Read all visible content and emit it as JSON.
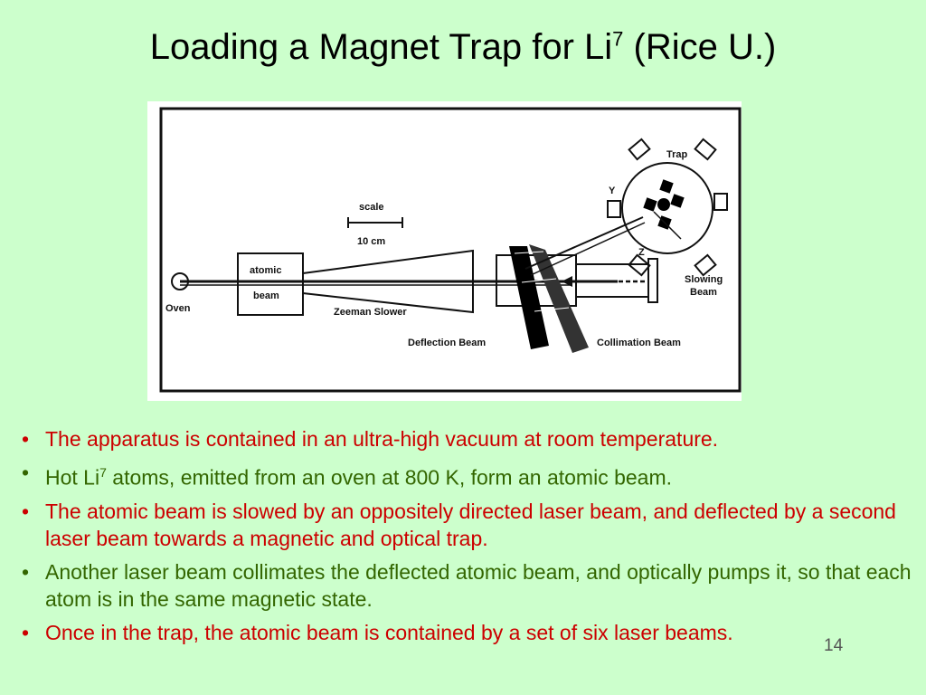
{
  "title": {
    "text": "Loading a Magnet Trap for Li",
    "superscript": "7",
    "suffix": " (Rice U.)"
  },
  "figure": {
    "labels": {
      "oven": "Oven",
      "atomic_line1": "atomic",
      "atomic_line2": "beam",
      "zeeman": "Zeeman Slower",
      "scale_title": "scale",
      "scale_value": "10 cm",
      "deflection": "Deflection Beam",
      "collimation": "Collimation Beam",
      "slowing_line1": "Slowing",
      "slowing_line2": "Beam",
      "trap": "Trap",
      "y_axis": "Y",
      "z_axis": "Z"
    }
  },
  "bullets": [
    {
      "color": "#cc0000",
      "text": "The apparatus is contained in an ultra-high vacuum at room temperature."
    },
    {
      "color": "#336600",
      "pre": "Hot Li",
      "sup": "7",
      "post": " atoms, emitted from an oven at 800 K, form an atomic beam."
    },
    {
      "color": "#cc0000",
      "text": "The atomic beam is slowed by an oppositely directed laser beam, and deflected by a second laser beam towards a magnetic and optical trap."
    },
    {
      "color": "#336600",
      "text": "Another laser beam collimates the deflected atomic beam, and optically pumps it, so that each atom is in the same magnetic state."
    },
    {
      "color": "#cc0000",
      "text": "Once in the trap, the atomic beam is contained by a set of six laser beams."
    }
  ],
  "slide_number": "14"
}
